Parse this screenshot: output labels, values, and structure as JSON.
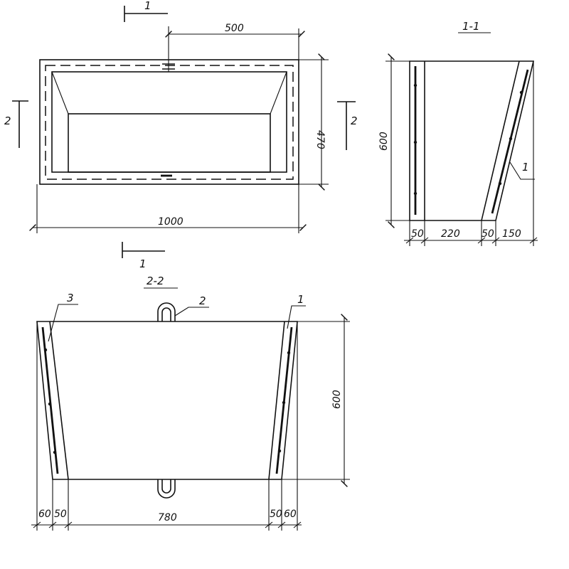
{
  "plan": {
    "section_marker_top": "1",
    "section_marker_bottom": "1",
    "section_marker_left": "2",
    "section_marker_right": "2",
    "dim_top": "500",
    "dim_right": "470",
    "dim_bottom": "1000"
  },
  "section_1_1": {
    "title": "1-1",
    "dim_height": "600",
    "dim_bottom": [
      "50",
      "220",
      "50",
      "150"
    ],
    "callout": "1"
  },
  "section_2_2": {
    "title": "2-2",
    "callout_left": "3",
    "callout_loop": "2",
    "callout_right": "1",
    "dim_height": "600",
    "dim_bottom": [
      "60",
      "50",
      "780",
      "50",
      "60"
    ]
  }
}
